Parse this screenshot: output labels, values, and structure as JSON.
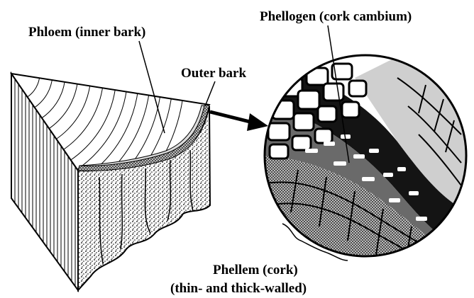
{
  "labels": {
    "phloem": "Phloem (inner bark)",
    "outer_bark": "Outer bark",
    "phellogen": "Phellogen (cork cambium)",
    "phellem": "Phellem (cork)",
    "phellem_detail": "(thin- and thick-walled)"
  },
  "colors": {
    "ink": "#000000",
    "paper": "#ffffff",
    "cork_dark": "#1a1a1a",
    "cork_mid": "#6e6e6e",
    "cork_light": "#bdbdbd"
  }
}
